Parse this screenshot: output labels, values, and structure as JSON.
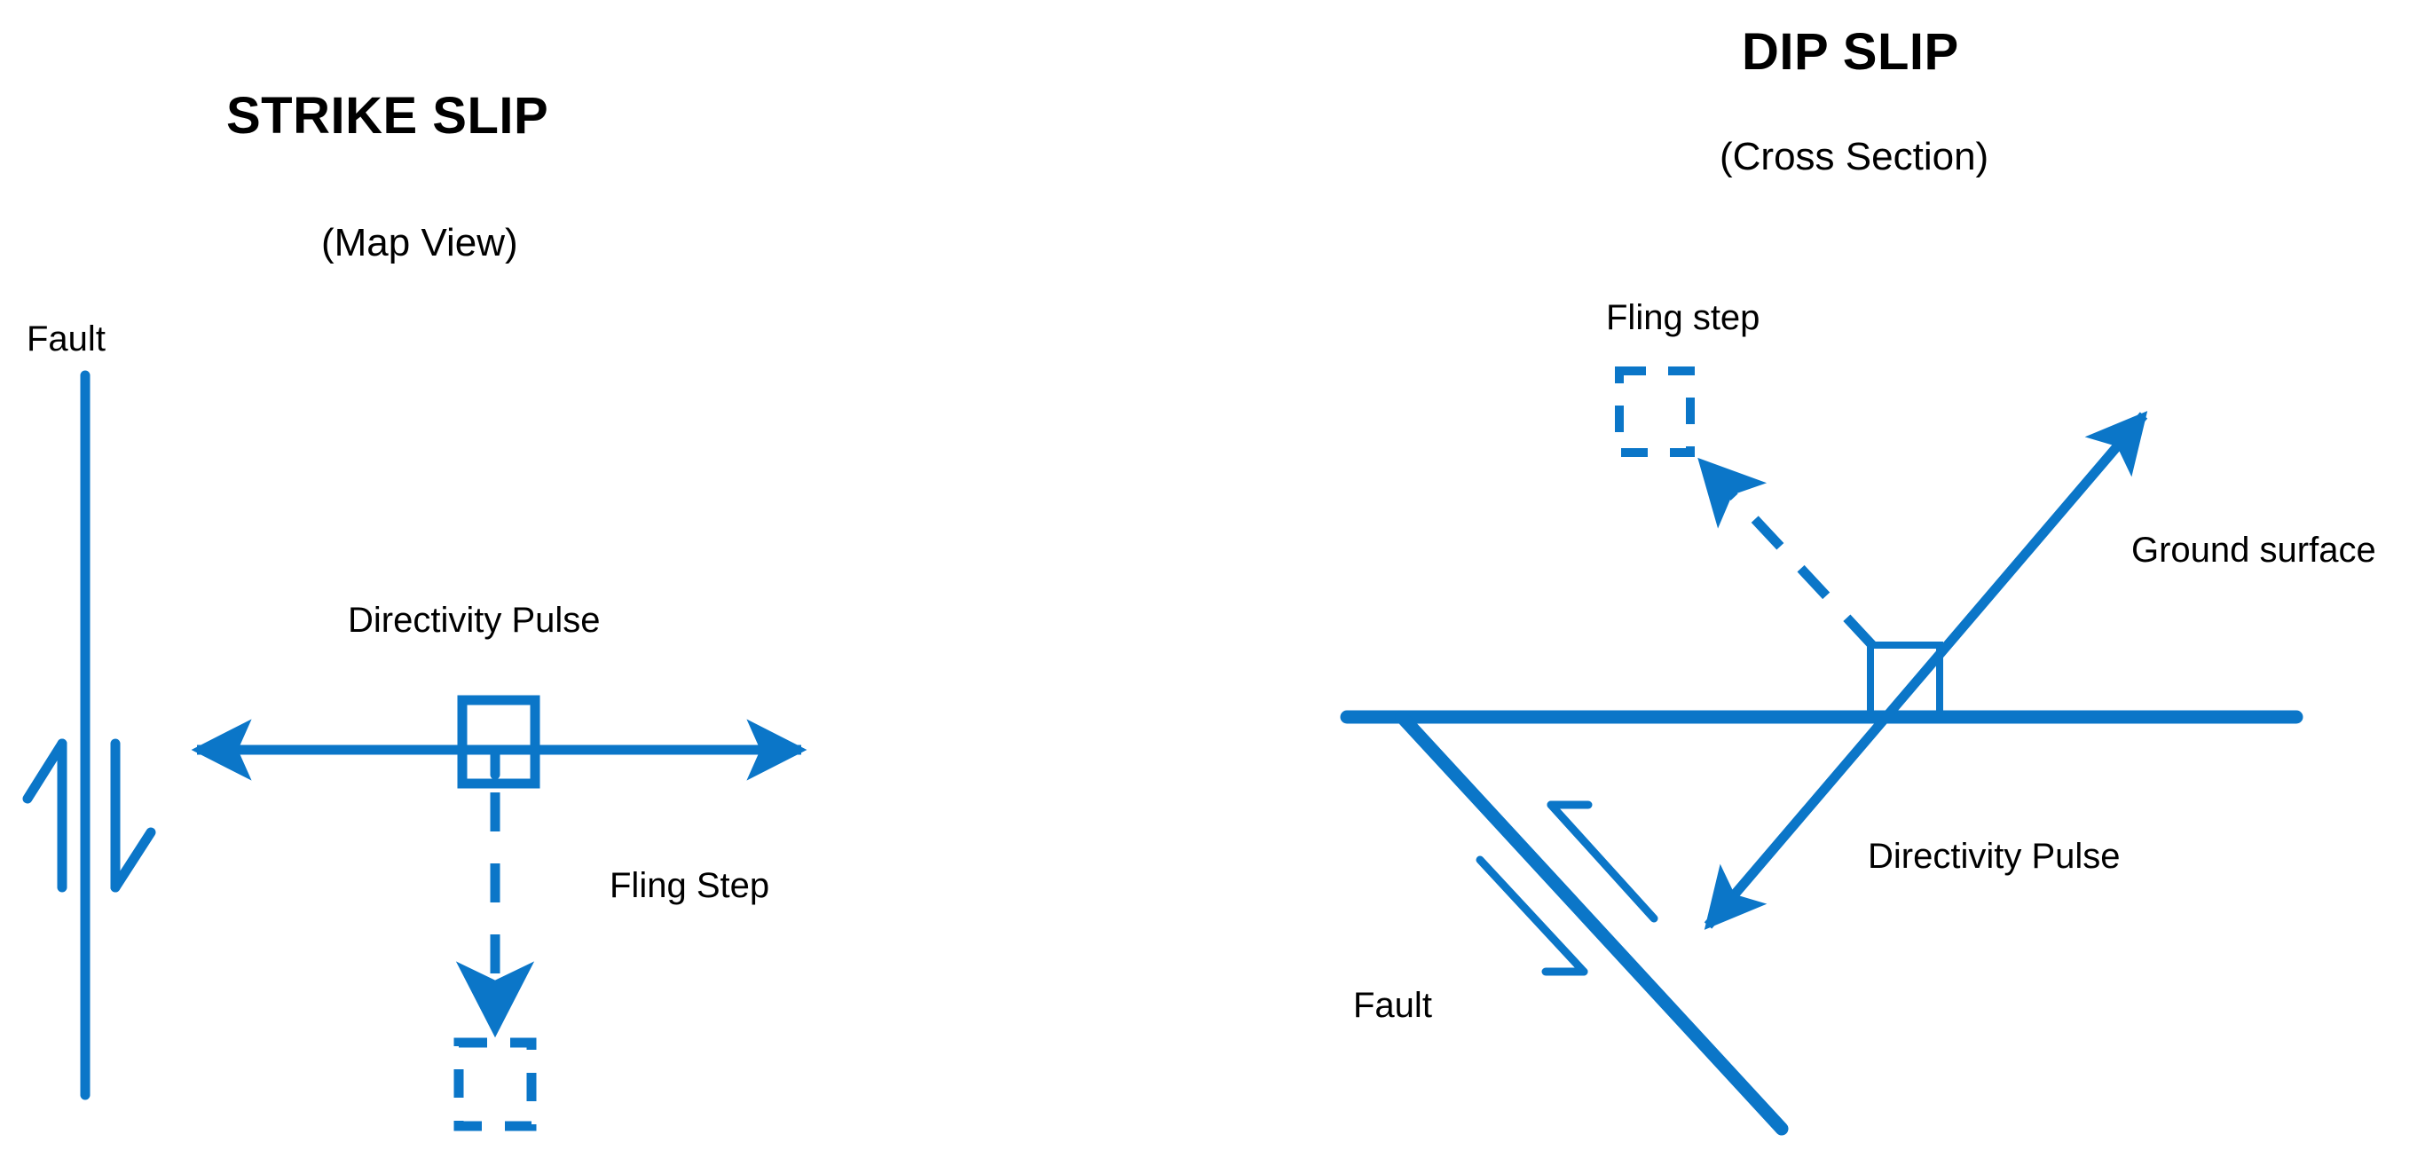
{
  "figure": {
    "background_color": "#FFFFFF",
    "stroke_color": "#0B76C8",
    "text_color": "#000000"
  },
  "panels": [
    {
      "id": "strike-slip",
      "title": "STRIKE SLIP",
      "subtitle": "(Map View)",
      "labels": {
        "fault": "Fault",
        "directivity_pulse": "Directivity Pulse",
        "fling_step": "Fling Step"
      },
      "elements": {
        "fault_trace": "vertical solid line",
        "slip_couple": "right-lateral half-arrow pair",
        "directivity_arrow": "horizontal double-headed arrow",
        "site_box_solid": "solid square straddling directivity arrow",
        "fling_arrow": "vertical dashed arrow pointing down",
        "site_box_dashed": "dashed square displaced downward"
      }
    },
    {
      "id": "dip-slip",
      "title": "DIP SLIP",
      "subtitle": "(Cross Section)",
      "labels": {
        "fling_step": "Fling step",
        "ground_surface": "Ground surface",
        "directivity_pulse": "Directivity Pulse",
        "fault": "Fault"
      },
      "elements": {
        "ground_surface_line": "horizontal solid line",
        "fault_plane": "dipping solid line from surface to lower right",
        "slip_couple": "reverse-sense half-arrow pair across fault",
        "directivity_arrow": "double-headed arrow along dip-normal direction",
        "site_box_solid": "solid square on ground surface",
        "fling_arrow": "dashed arrow pointing up-left",
        "site_box_dashed": "dashed square displaced up-left"
      }
    }
  ]
}
